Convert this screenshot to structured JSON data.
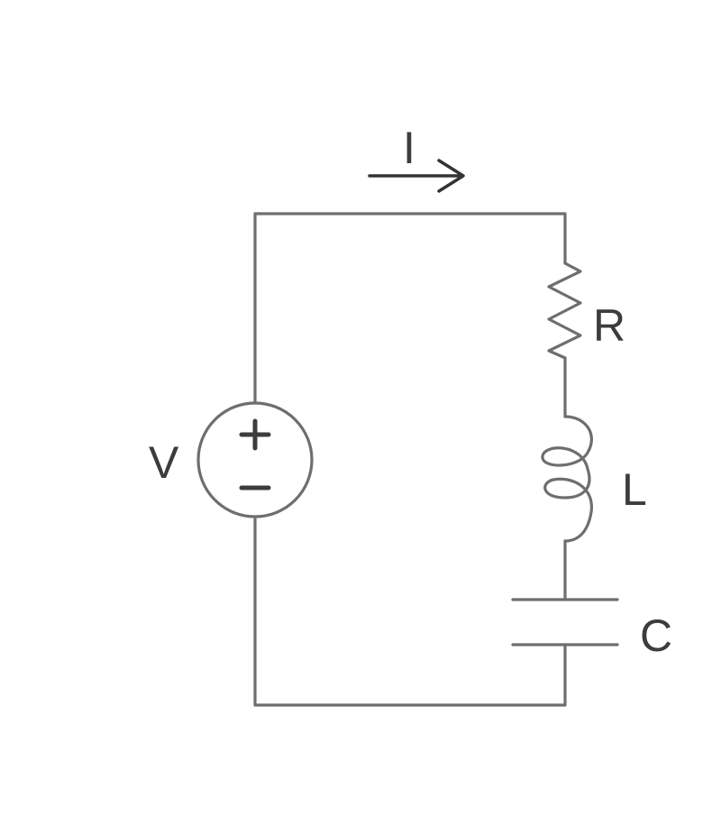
{
  "diagram": {
    "current_label": "I",
    "voltage_label": "V",
    "resistor_label": "R",
    "inductor_label": "L",
    "capacitor_label": "C",
    "source_polarity": {
      "positive": "+",
      "negative": "-"
    }
  },
  "colors": {
    "wire": "#6e6e6e",
    "text": "#3c3c3c",
    "background": "#ffffff"
  },
  "icons": {
    "voltage_source": "voltage-source-icon",
    "resistor": "resistor-icon",
    "inductor": "inductor-icon",
    "capacitor": "capacitor-icon",
    "current_arrow": "arrow-right-icon"
  }
}
